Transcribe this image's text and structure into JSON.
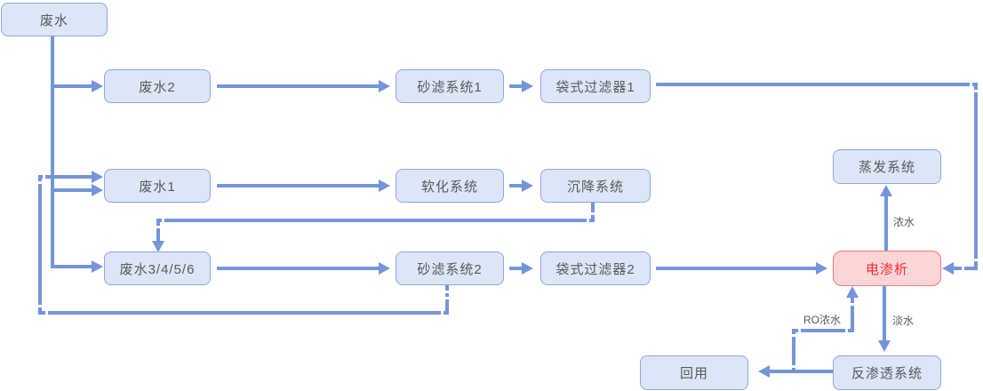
{
  "diagram": {
    "type": "flowchart",
    "description": "Wastewater treatment process flow diagram",
    "nodes": [
      {
        "id": "wastewater",
        "label": "废水",
        "highlight": false
      },
      {
        "id": "wastewater-2",
        "label": "废水2",
        "highlight": false
      },
      {
        "id": "sand-filter-1",
        "label": "砂滤系统1",
        "highlight": false
      },
      {
        "id": "bag-filter-1",
        "label": "袋式过滤器1",
        "highlight": false
      },
      {
        "id": "wastewater-1",
        "label": "废水1",
        "highlight": false
      },
      {
        "id": "softening",
        "label": "软化系统",
        "highlight": false
      },
      {
        "id": "sedimentation",
        "label": "沉降系统",
        "highlight": false
      },
      {
        "id": "wastewater-3456",
        "label": "废水3/4/5/6",
        "highlight": false
      },
      {
        "id": "sand-filter-2",
        "label": "砂滤系统2",
        "highlight": false
      },
      {
        "id": "bag-filter-2",
        "label": "袋式过滤器2",
        "highlight": false
      },
      {
        "id": "electrodialysis",
        "label": "电渗析",
        "highlight": true
      },
      {
        "id": "evaporation",
        "label": "蒸发系统",
        "highlight": false
      },
      {
        "id": "reverse-osmosis",
        "label": "反渗透系统",
        "highlight": false
      },
      {
        "id": "reuse",
        "label": "回用",
        "highlight": false
      }
    ],
    "edge_labels": {
      "concentrate": "浓水",
      "fresh": "淡水",
      "ro_concentrate": "RO浓水"
    },
    "colors": {
      "node_fill": "#dce6f7",
      "node_border": "#8ca7e0",
      "node_text": "#595959",
      "highlight_fill": "#fcd5d7",
      "highlight_border": "#f9797c",
      "highlight_text": "#fb2d31",
      "connector": "#7595d9",
      "label_text": "#595959"
    }
  }
}
